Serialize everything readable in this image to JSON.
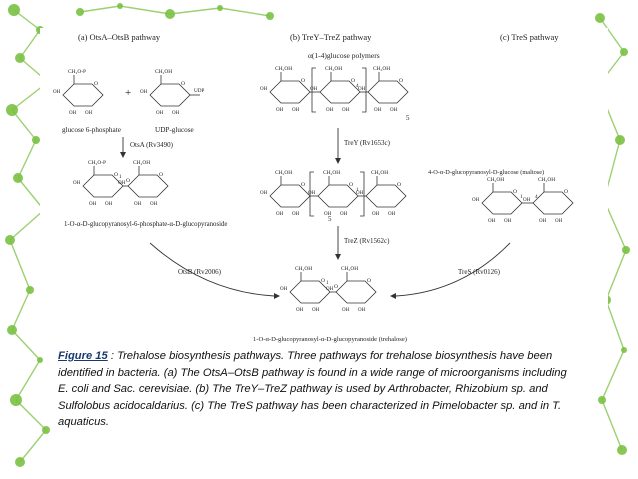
{
  "slide": {
    "accent_color": "#7ac142",
    "background": "#ffffff"
  },
  "figure": {
    "headers": {
      "a": "(a) OtsA–OtsB pathway",
      "b": "(b) TreY–TreZ pathway",
      "c": "(c) TreS pathway"
    },
    "labels": {
      "glc6p": "glucose 6-phosphate",
      "plus": "+",
      "udpglc": "UDP-glucose",
      "polymers": "α(1-4)glucose polymers",
      "maltose": "4-O-α-D-glucopyranosyl-D-glucose (maltose)",
      "t6p": "1-O-α-D-glucopyranosyl-6-phosphate-α-D-glucopyranoside",
      "trehalose": "1-O-α-D-glucopyranosyl-α-D-glucopyranoside (trehalose)",
      "repeat1": "5",
      "repeat2": "5"
    },
    "enzymes": {
      "otsA": "OtsA (Rv3490)",
      "treY": "TreY (Rv1653c)",
      "treZ": "TreZ (Rv1562c)",
      "otsB": "OtsB (Rv2006)",
      "treS": "TreS (Rv0126)"
    },
    "atoms": {
      "ch2op": "CH₂O-P",
      "ch2oh": "CH₂OH",
      "oh": "OH",
      "udp": "UDP",
      "o": "O",
      "one": "1",
      "four": "4"
    }
  },
  "caption": {
    "label": "Figure 15",
    "separator": " :  ",
    "text": "Trehalose biosynthesis pathways. Three pathways for trehalose biosynthesis have been identified in bacteria. (a) The OtsA–OtsB pathway is found in a wide range of microorganisms including E. coli and Sac. cerevisiae. (b) The TreY–TreZ pathway is used by Arthrobacter, Rhizobium sp. and Sulfolobus acidocaldarius. (c) The TreS pathway has been characterized in Pimelobacter sp. and in T. aquaticus."
  }
}
